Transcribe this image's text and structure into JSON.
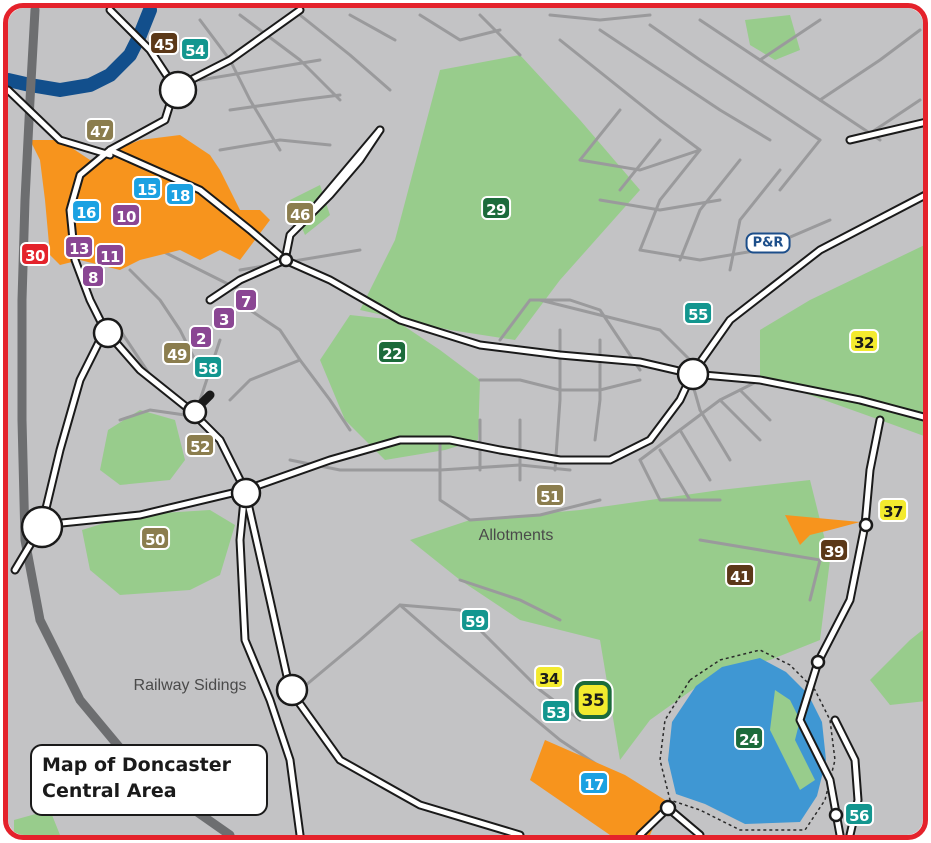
{
  "map_title": {
    "line1": "Map of Doncaster",
    "line2": "Central Area"
  },
  "area_labels": {
    "allotments": "Allotments",
    "railway_sidings": "Railway Sidings"
  },
  "park_and_ride": "P&R",
  "colors": {
    "background": "#c3c3c5",
    "park": "#98cc8c",
    "water": "#3f97d3",
    "town_centre": "#f7941d",
    "road": "#ffffff",
    "railway": "#6d6e70",
    "river": "#124f8c",
    "frame": "#e4222b"
  },
  "markers": [
    {
      "id": "m45",
      "label": "45",
      "category": "brown"
    },
    {
      "id": "m54",
      "label": "54",
      "category": "teal"
    },
    {
      "id": "m47",
      "label": "47",
      "category": "olive"
    },
    {
      "id": "m15",
      "label": "15",
      "category": "cyan"
    },
    {
      "id": "m18",
      "label": "18",
      "category": "cyan"
    },
    {
      "id": "m16",
      "label": "16",
      "category": "cyan"
    },
    {
      "id": "m10",
      "label": "10",
      "category": "purple"
    },
    {
      "id": "m13",
      "label": "13",
      "category": "purple"
    },
    {
      "id": "m11",
      "label": "11",
      "category": "purple"
    },
    {
      "id": "m8",
      "label": "8",
      "category": "purple"
    },
    {
      "id": "m30",
      "label": "30",
      "category": "red"
    },
    {
      "id": "m46",
      "label": "46",
      "category": "olive"
    },
    {
      "id": "m29",
      "label": "29",
      "category": "dgreen"
    },
    {
      "id": "m7",
      "label": "7",
      "category": "purple"
    },
    {
      "id": "m3",
      "label": "3",
      "category": "purple"
    },
    {
      "id": "m2",
      "label": "2",
      "category": "purple"
    },
    {
      "id": "m49",
      "label": "49",
      "category": "olive"
    },
    {
      "id": "m58",
      "label": "58",
      "category": "teal"
    },
    {
      "id": "m22",
      "label": "22",
      "category": "dgreen"
    },
    {
      "id": "m55",
      "label": "55",
      "category": "teal"
    },
    {
      "id": "m32",
      "label": "32",
      "category": "yellow"
    },
    {
      "id": "m52",
      "label": "52",
      "category": "olive"
    },
    {
      "id": "m51",
      "label": "51",
      "category": "olive"
    },
    {
      "id": "m37",
      "label": "37",
      "category": "yellow"
    },
    {
      "id": "m39",
      "label": "39",
      "category": "brown"
    },
    {
      "id": "m50",
      "label": "50",
      "category": "olive"
    },
    {
      "id": "m41",
      "label": "41",
      "category": "brown"
    },
    {
      "id": "m59",
      "label": "59",
      "category": "teal"
    },
    {
      "id": "m34",
      "label": "34",
      "category": "yellow"
    },
    {
      "id": "m35",
      "label": "35",
      "category": "featured"
    },
    {
      "id": "m53",
      "label": "53",
      "category": "teal"
    },
    {
      "id": "m24",
      "label": "24",
      "category": "dgreen"
    },
    {
      "id": "m17",
      "label": "17",
      "category": "cyan"
    },
    {
      "id": "m56",
      "label": "56",
      "category": "teal"
    }
  ]
}
